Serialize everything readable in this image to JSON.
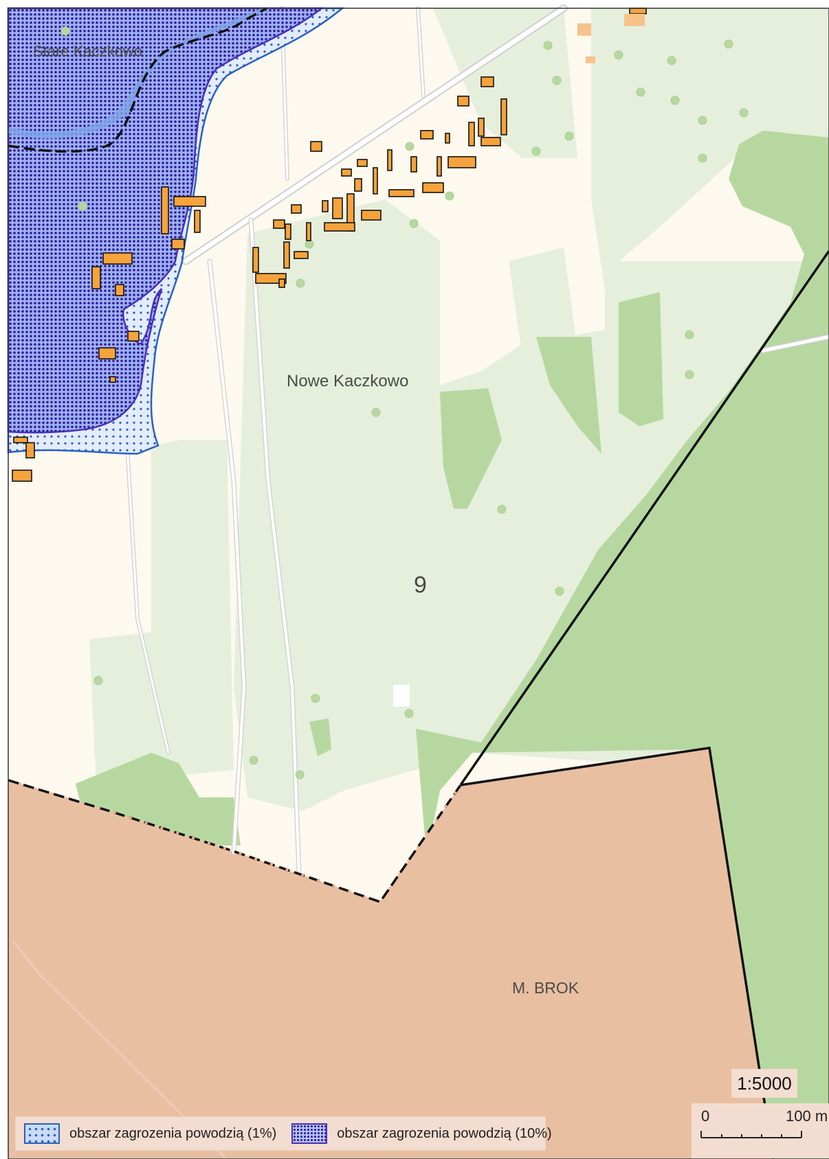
{
  "map": {
    "places": {
      "stare_kaczkowo": "Stare Kaczkowo",
      "nowe_kaczkowo": "Nowe Kaczkowo",
      "parcel_number": "9",
      "m_brok": "M. BROK"
    },
    "colors": {
      "background": "#fdf9ee",
      "meadow": "#e5efdc",
      "forest": "#b6d8a0",
      "urban": "#e9bfa2",
      "building": "#f7a33c",
      "flood_1": "#2a5fc4",
      "flood_10": "#2a1aa0"
    }
  },
  "legend": {
    "items": [
      {
        "label": "obszar zagrozenia powodzią (1%)",
        "icon": "flood-zone-1-swatch"
      },
      {
        "label": "obszar zagrozenia powodzią (10%)",
        "icon": "flood-zone-10-swatch"
      }
    ]
  },
  "scale": {
    "ratio": "1:5000",
    "zero": "0",
    "max": "100 m"
  }
}
